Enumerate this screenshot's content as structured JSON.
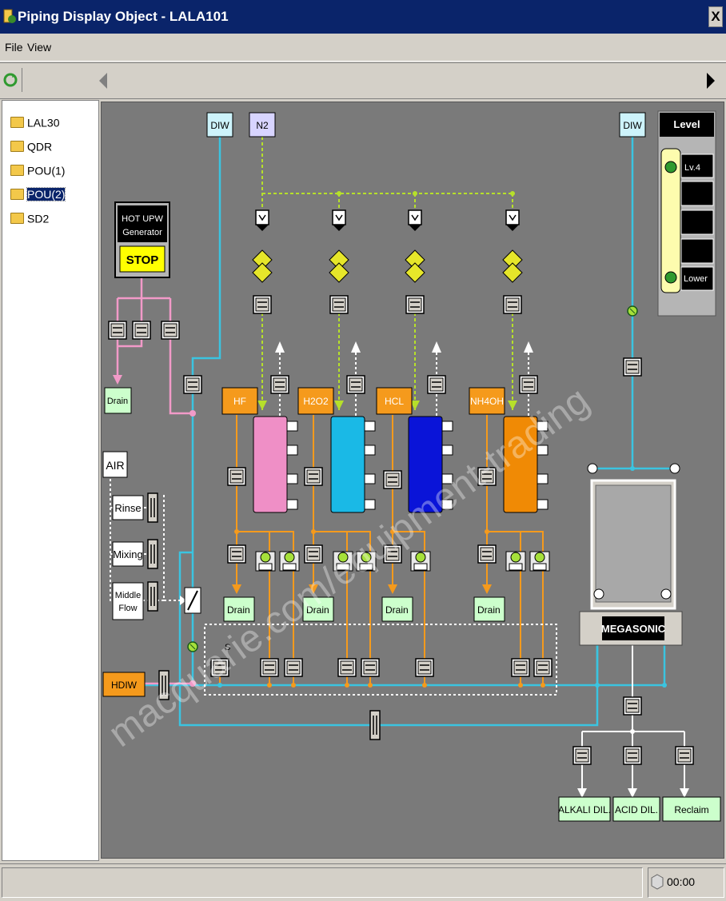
{
  "window": {
    "title": "Piping Display Object - LALA101",
    "close_glyph": "X"
  },
  "menu": {
    "file": "File",
    "view": "View"
  },
  "tree": {
    "items": [
      {
        "label": "LAL30",
        "selected": false
      },
      {
        "label": "QDR",
        "selected": false
      },
      {
        "label": "POU(1)",
        "selected": false
      },
      {
        "label": "POU(2)",
        "selected": true
      },
      {
        "label": "SD2",
        "selected": false
      }
    ]
  },
  "diagram": {
    "diw_left": "DIW",
    "n2": "N2",
    "diw_right": "DIW",
    "level": {
      "title": "Level",
      "lv4": "Lv.4",
      "lower": "Lower"
    },
    "hot_upw": {
      "line1": "HOT UPW",
      "line2": "Generator",
      "stop": "STOP"
    },
    "drain_top": "Drain",
    "air": "AIR",
    "rinse": "Rinse",
    "mixing": "Mixing",
    "middle_flow1": "Middle",
    "middle_flow2": "Flow",
    "hdiw": "HDIW",
    "chemicals": [
      "HF",
      "H2O2",
      "HCL",
      "NH4OH"
    ],
    "drains": [
      "Drain",
      "Drain",
      "Drain",
      "Drain"
    ],
    "s_label": "S",
    "megasonic": "MEGASONIC",
    "outputs": [
      "ALKALI DIL.",
      "ACID DIL.",
      "Reclaim"
    ],
    "watermark": "macquarie.com/equipment-trading"
  },
  "status": {
    "clock": "00:00"
  },
  "colors": {
    "title_bar": "#0a246a",
    "canvas": "#7a7a7a",
    "diw_line": "#3bc4e0",
    "hot_line": "#f29ac8",
    "chem_line": "#f59a1c",
    "n2_line": "#b6e02a",
    "tank_pink": "#ef8fc6",
    "tank_cyan": "#1ab9e6",
    "tank_blue": "#0a14d8",
    "tank_orange": "#f08a05"
  }
}
